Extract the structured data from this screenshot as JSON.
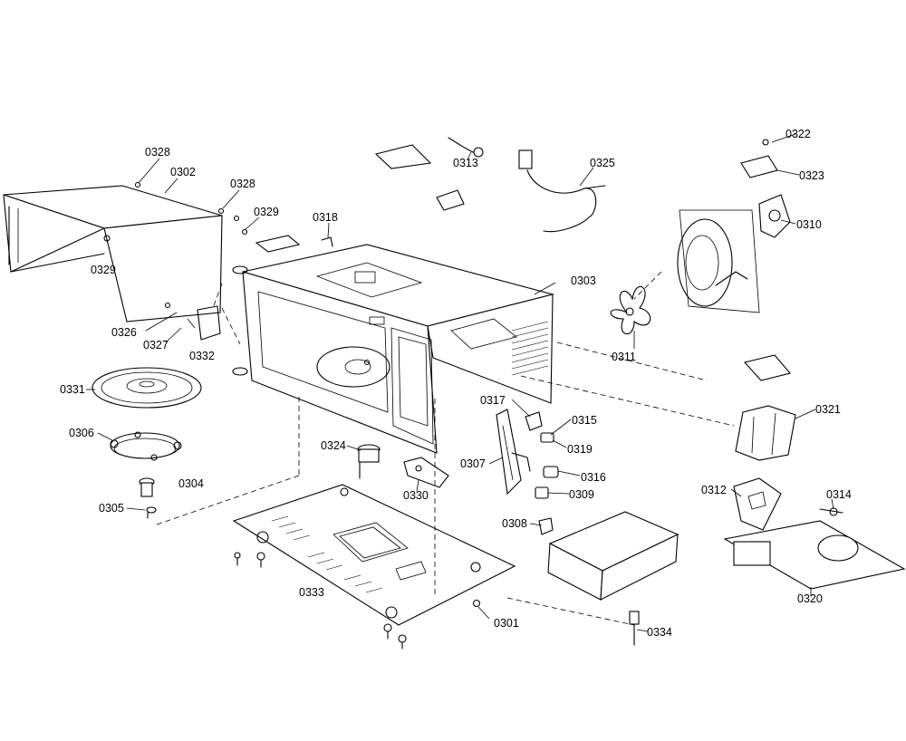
{
  "labels": {
    "p0301": "0301",
    "p0302": "0302",
    "p0303": "0303",
    "p0304": "0304",
    "p0305": "0305",
    "p0306": "0306",
    "p0307": "0307",
    "p0308": "0308",
    "p0309": "0309",
    "p0310": "0310",
    "p0311": "0311",
    "p0312": "0312",
    "p0313": "0313",
    "p0314": "0314",
    "p0315": "0315",
    "p0316": "0316",
    "p0317": "0317",
    "p0318": "0318",
    "p0319": "0319",
    "p0320": "0320",
    "p0321": "0321",
    "p0322": "0322",
    "p0323": "0323",
    "p0324": "0324",
    "p0325": "0325",
    "p0326": "0326",
    "p0327": "0327",
    "p0328a": "0328",
    "p0328b": "0328",
    "p0329a": "0329",
    "p0329b": "0329",
    "p0330": "0330",
    "p0331": "0331",
    "p0332": "0332",
    "p0333": "0333",
    "p0334": "0334"
  }
}
